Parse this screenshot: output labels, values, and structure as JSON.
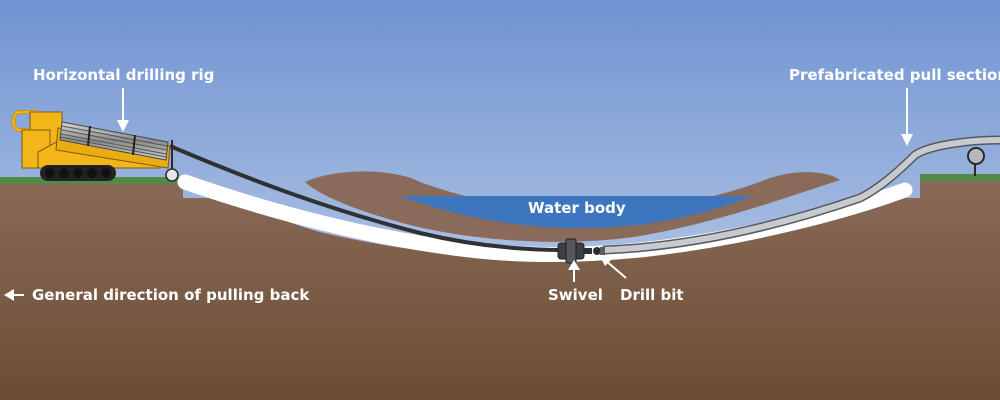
{
  "labels": {
    "rig": "Horizontal drilling rig",
    "pull_section": "Prefabricated pull section",
    "water": "Water body",
    "direction": "General direction of pulling back",
    "swivel": "Swivel",
    "drill_bit": "Drill bit"
  },
  "colors": {
    "sky_top": "#6f93d1",
    "sky_bottom": "#cbd7ec",
    "soil_top": "#8a6a58",
    "soil_bottom": "#6b4d34",
    "grass": "#4f8a46",
    "water": "#3d76bf",
    "bore_hole": "#ffffff",
    "pipe_dark": "#2f3134",
    "pipe_light": "#c7cace",
    "rig_yellow": "#f2b619",
    "rig_track": "#222222"
  },
  "icons": [
    "down-arrow-icon",
    "left-arrow-icon",
    "up-arrow-icon",
    "diagonal-arrow-icon"
  ]
}
